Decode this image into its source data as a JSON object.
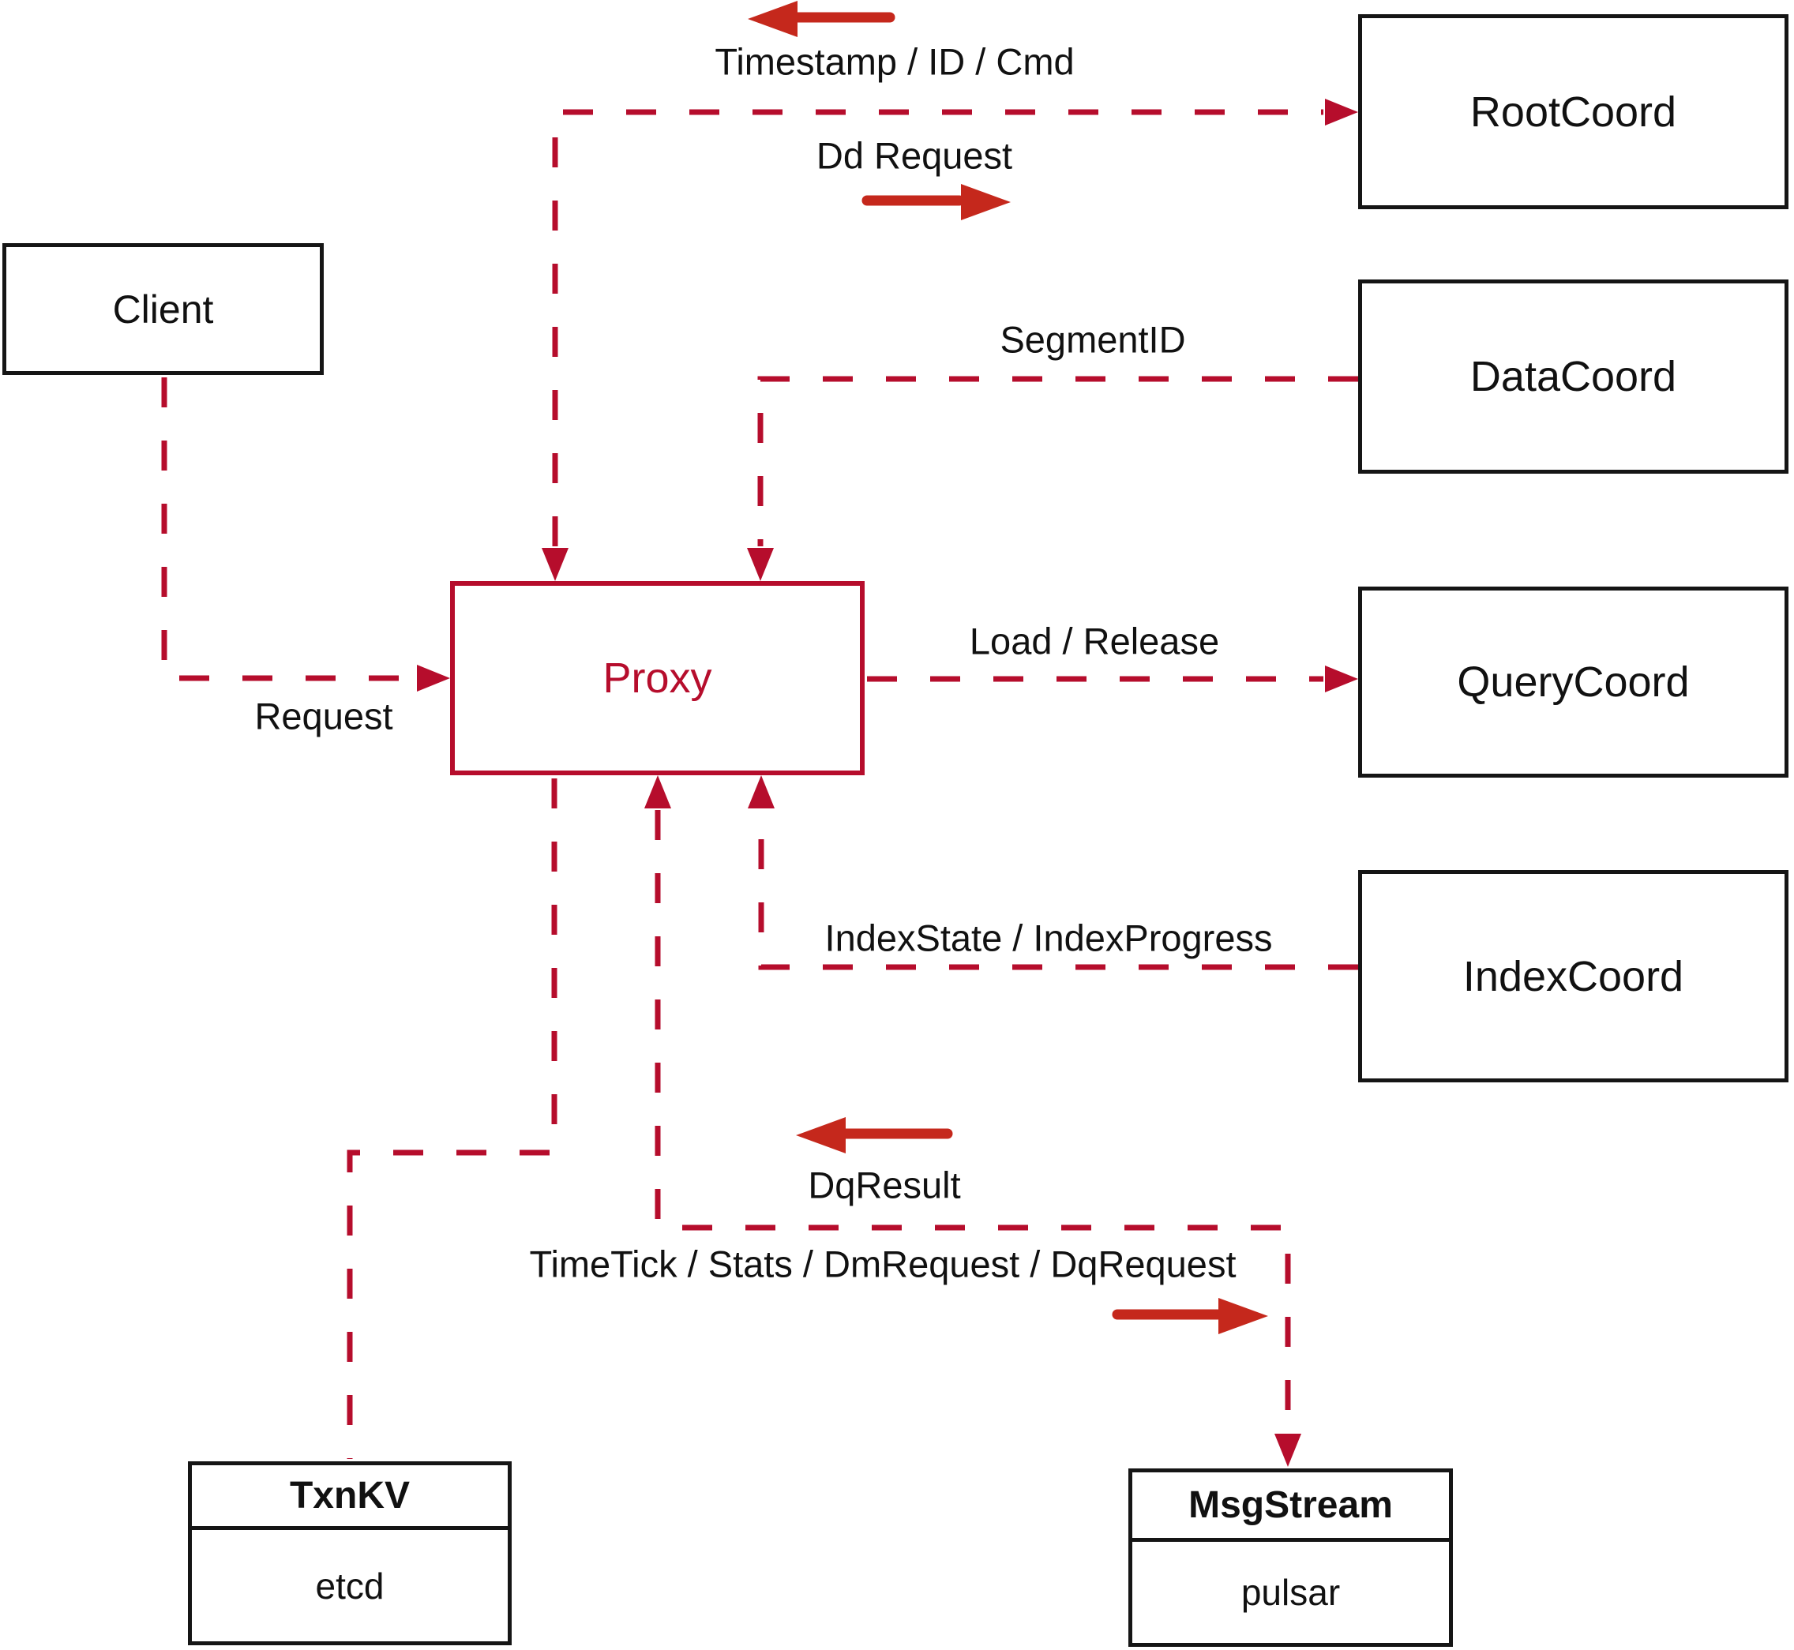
{
  "nodes": {
    "client": {
      "label": "Client"
    },
    "proxy": {
      "label": "Proxy"
    },
    "rootcoord": {
      "label": "RootCoord"
    },
    "datacoord": {
      "label": "DataCoord"
    },
    "querycoord": {
      "label": "QueryCoord"
    },
    "indexcoord": {
      "label": "IndexCoord"
    },
    "txnkv": {
      "title": "TxnKV",
      "subtitle": "etcd"
    },
    "msgstream": {
      "title": "MsgStream",
      "subtitle": "pulsar"
    }
  },
  "edges": {
    "timestamp": "Timestamp / ID / Cmd",
    "dd_request": "Dd Request",
    "segment_id": "SegmentID",
    "load_release": "Load / Release",
    "request": "Request",
    "index_state": "IndexState / IndexProgress",
    "dq_result": "DqResult",
    "time_tick": "TimeTick / Stats / DmRequest / DqRequest"
  },
  "colors": {
    "dash_red": "#b60d2c",
    "arrow_red": "#c5281c",
    "box_black": "#151515"
  }
}
